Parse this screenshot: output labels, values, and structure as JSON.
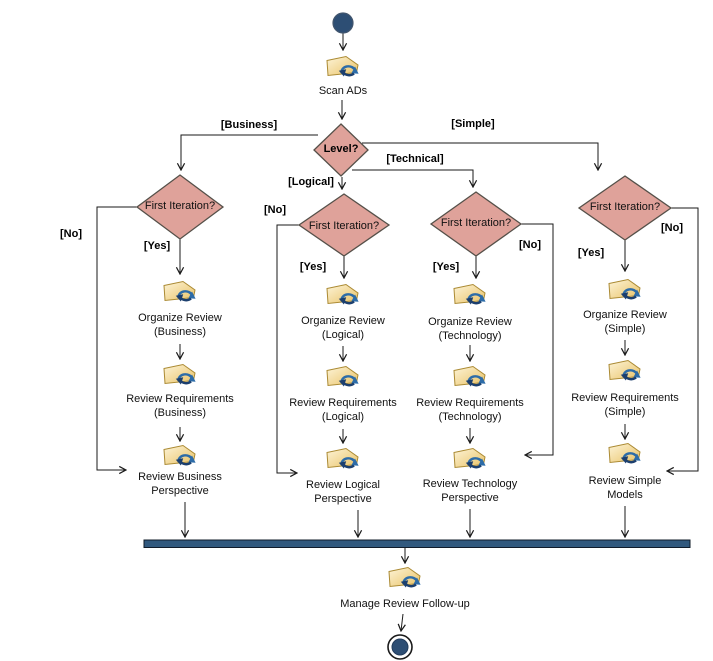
{
  "nodes": {
    "scan_ads": {
      "label": "Scan ADs"
    },
    "level_decision": {
      "label": "Level?"
    },
    "first_iter_business": {
      "label": "First Iteration?"
    },
    "first_iter_logical": {
      "label": "First Iteration?"
    },
    "first_iter_technical": {
      "label": "First Iteration?"
    },
    "first_iter_simple": {
      "label": "First Iteration?"
    },
    "manage_followup": {
      "label": "Manage Review Follow-up"
    }
  },
  "guards": {
    "business": "[Business]",
    "logical": "[Logical]",
    "technical": "[Technical]",
    "simple": "[Simple]",
    "yes": "[Yes]",
    "no": "[No]"
  },
  "branches": [
    {
      "id": "business",
      "activities": [
        [
          "Organize Review",
          "(Business)"
        ],
        [
          "Review Requirements",
          "(Business)"
        ],
        [
          "Review Business",
          "Perspective"
        ]
      ]
    },
    {
      "id": "logical",
      "activities": [
        [
          "Organize Review",
          "(Logical)"
        ],
        [
          "Review Requirements",
          "(Logical)"
        ],
        [
          "Review Logical",
          "Perspective"
        ]
      ]
    },
    {
      "id": "technology",
      "activities": [
        [
          "Organize Review",
          "(Technology)"
        ],
        [
          "Review Requirements",
          "(Technology)"
        ],
        [
          "Review Technology",
          "Perspective"
        ]
      ]
    },
    {
      "id": "simple",
      "activities": [
        [
          "Organize Review",
          "(Simple)"
        ],
        [
          "Review Requirements",
          "(Simple)"
        ],
        [
          "Review Simple",
          "Models"
        ]
      ]
    }
  ],
  "colors": {
    "decision_fill": "#dfa29a",
    "decision_border": "#555049",
    "node_fill": "#2d4e74",
    "join_bar": "#31597e",
    "icon_tag_light": "#fdf4d8",
    "icon_tag_dark": "#e9c266",
    "icon_tag_border": "#ab8a33",
    "refresh_blue": "#2d6ca8",
    "refresh_navy": "#1c3f6e",
    "line": "#1a1a1a"
  }
}
